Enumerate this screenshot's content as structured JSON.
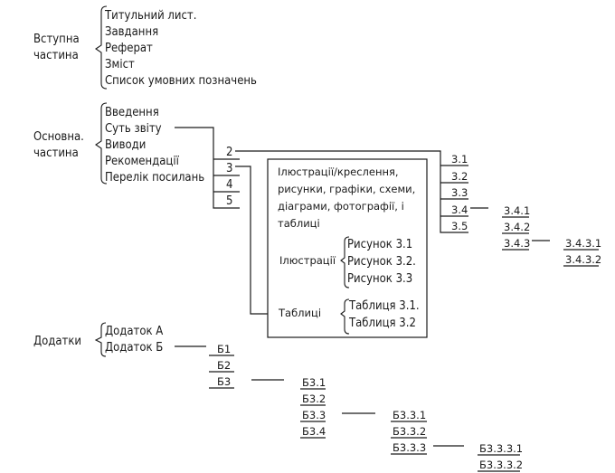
{
  "intro": {
    "label": [
      "Вступна",
      "частина"
    ],
    "items": [
      "Титульний лист.",
      "Завдання",
      "Реферат",
      "Зміст",
      "Список умовних позначень"
    ]
  },
  "main": {
    "label": [
      "Основна.",
      "частина"
    ],
    "items": [
      "Введення",
      "Суть звіту",
      "Виводи",
      "Рекомендації",
      "Перелік посилань"
    ],
    "sections": [
      "2",
      "3",
      "4",
      "5"
    ],
    "subsections": [
      "3.1",
      "3.2",
      "3.3",
      "3.4",
      "3.5"
    ],
    "subsubsections": [
      "3.4.1",
      "3.4.2",
      "3.4.3"
    ],
    "level4": [
      "3.4.3.1",
      "3.4.3.2"
    ]
  },
  "box": {
    "description": [
      "Ілюстрації/креслення,",
      "рисунки, графіки, схеми,",
      "діаграми, фотографії, і",
      "таблиці"
    ],
    "illustrations_label": "Ілюстрації",
    "figures": [
      "Рисунок  3.1",
      "Рисунок  3.2.",
      "Рисунок  3.3"
    ],
    "tables_label": "Таблиці",
    "tables": [
      "Таблиця  3.1.",
      "Таблиця  3.2"
    ]
  },
  "appendix": {
    "label": "Додатки",
    "items": [
      "Додаток  А",
      "Додаток  Б"
    ],
    "b_items": [
      "Б1",
      "Б2",
      "Б3"
    ],
    "b3_items": [
      "Б3.1",
      "Б3.2",
      "Б3.3",
      "Б3.4"
    ],
    "b33_items": [
      "Б3.3.1",
      "Б3.3.2",
      "Б3.3.3"
    ],
    "b333_items": [
      "Б3.3.3.1",
      "Б3.3.3.2"
    ]
  }
}
